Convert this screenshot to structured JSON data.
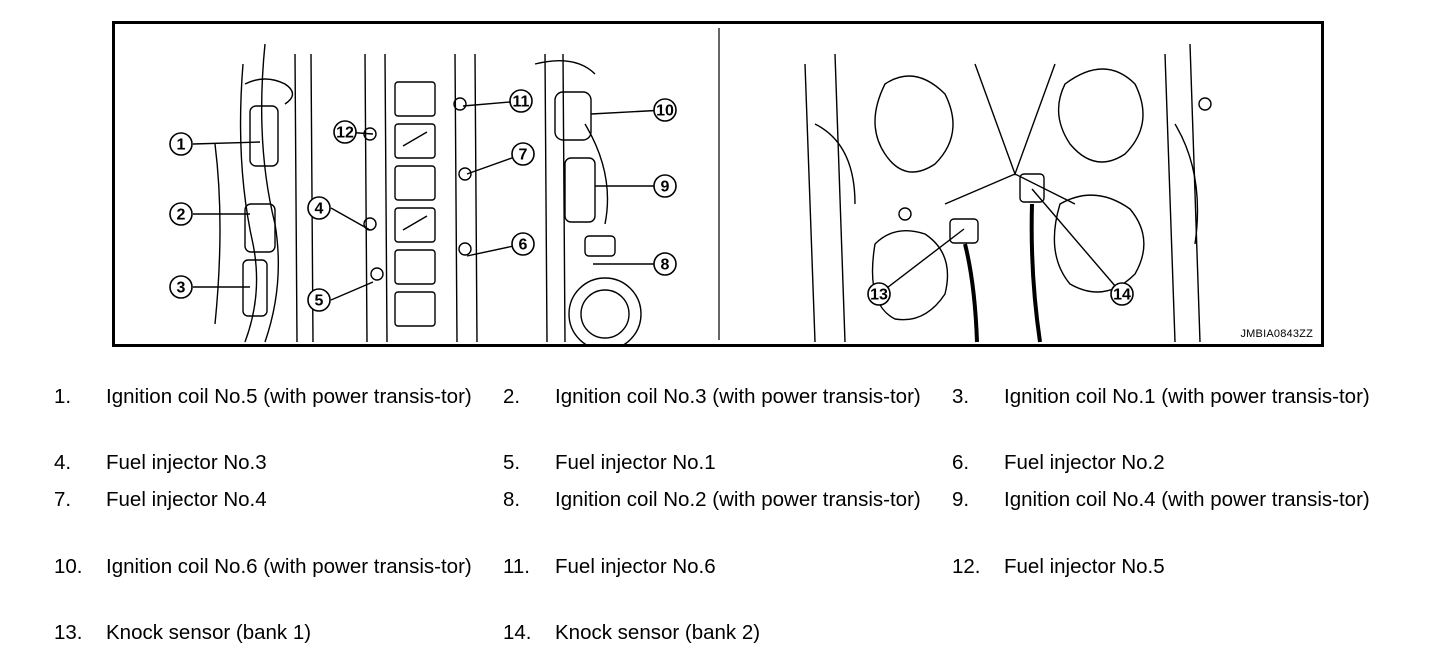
{
  "figure": {
    "code": "JMBIA0843ZZ",
    "callouts": {
      "c1": "1",
      "c2": "2",
      "c3": "3",
      "c4": "4",
      "c5": "5",
      "c6": "6",
      "c7": "7",
      "c8": "8",
      "c9": "9",
      "c10": "10",
      "c11": "11",
      "c12": "12",
      "c13": "13",
      "c14": "14"
    }
  },
  "legend": [
    {
      "num": "1.",
      "text": "Ignition coil No.5 (with power transis-tor)"
    },
    {
      "num": "2.",
      "text": "Ignition coil No.3 (with power transis-tor)"
    },
    {
      "num": "3.",
      "text": "Ignition coil No.1 (with power transis-tor)"
    },
    {
      "num": "4.",
      "text": "Fuel injector No.3"
    },
    {
      "num": "5.",
      "text": "Fuel injector No.1"
    },
    {
      "num": "6.",
      "text": "Fuel injector No.2"
    },
    {
      "num": "7.",
      "text": "Fuel injector No.4"
    },
    {
      "num": "8.",
      "text": "Ignition coil No.2 (with power transis-tor)"
    },
    {
      "num": "9.",
      "text": "Ignition coil No.4 (with power transis-tor)"
    },
    {
      "num": "10.",
      "text": "Ignition coil No.6 (with power transis-tor)"
    },
    {
      "num": "11.",
      "text": "Fuel injector No.6"
    },
    {
      "num": "12.",
      "text": "Fuel injector No.5"
    },
    {
      "num": "13.",
      "text": "Knock sensor (bank 1)"
    },
    {
      "num": "14.",
      "text": "Knock sensor (bank 2)"
    }
  ]
}
